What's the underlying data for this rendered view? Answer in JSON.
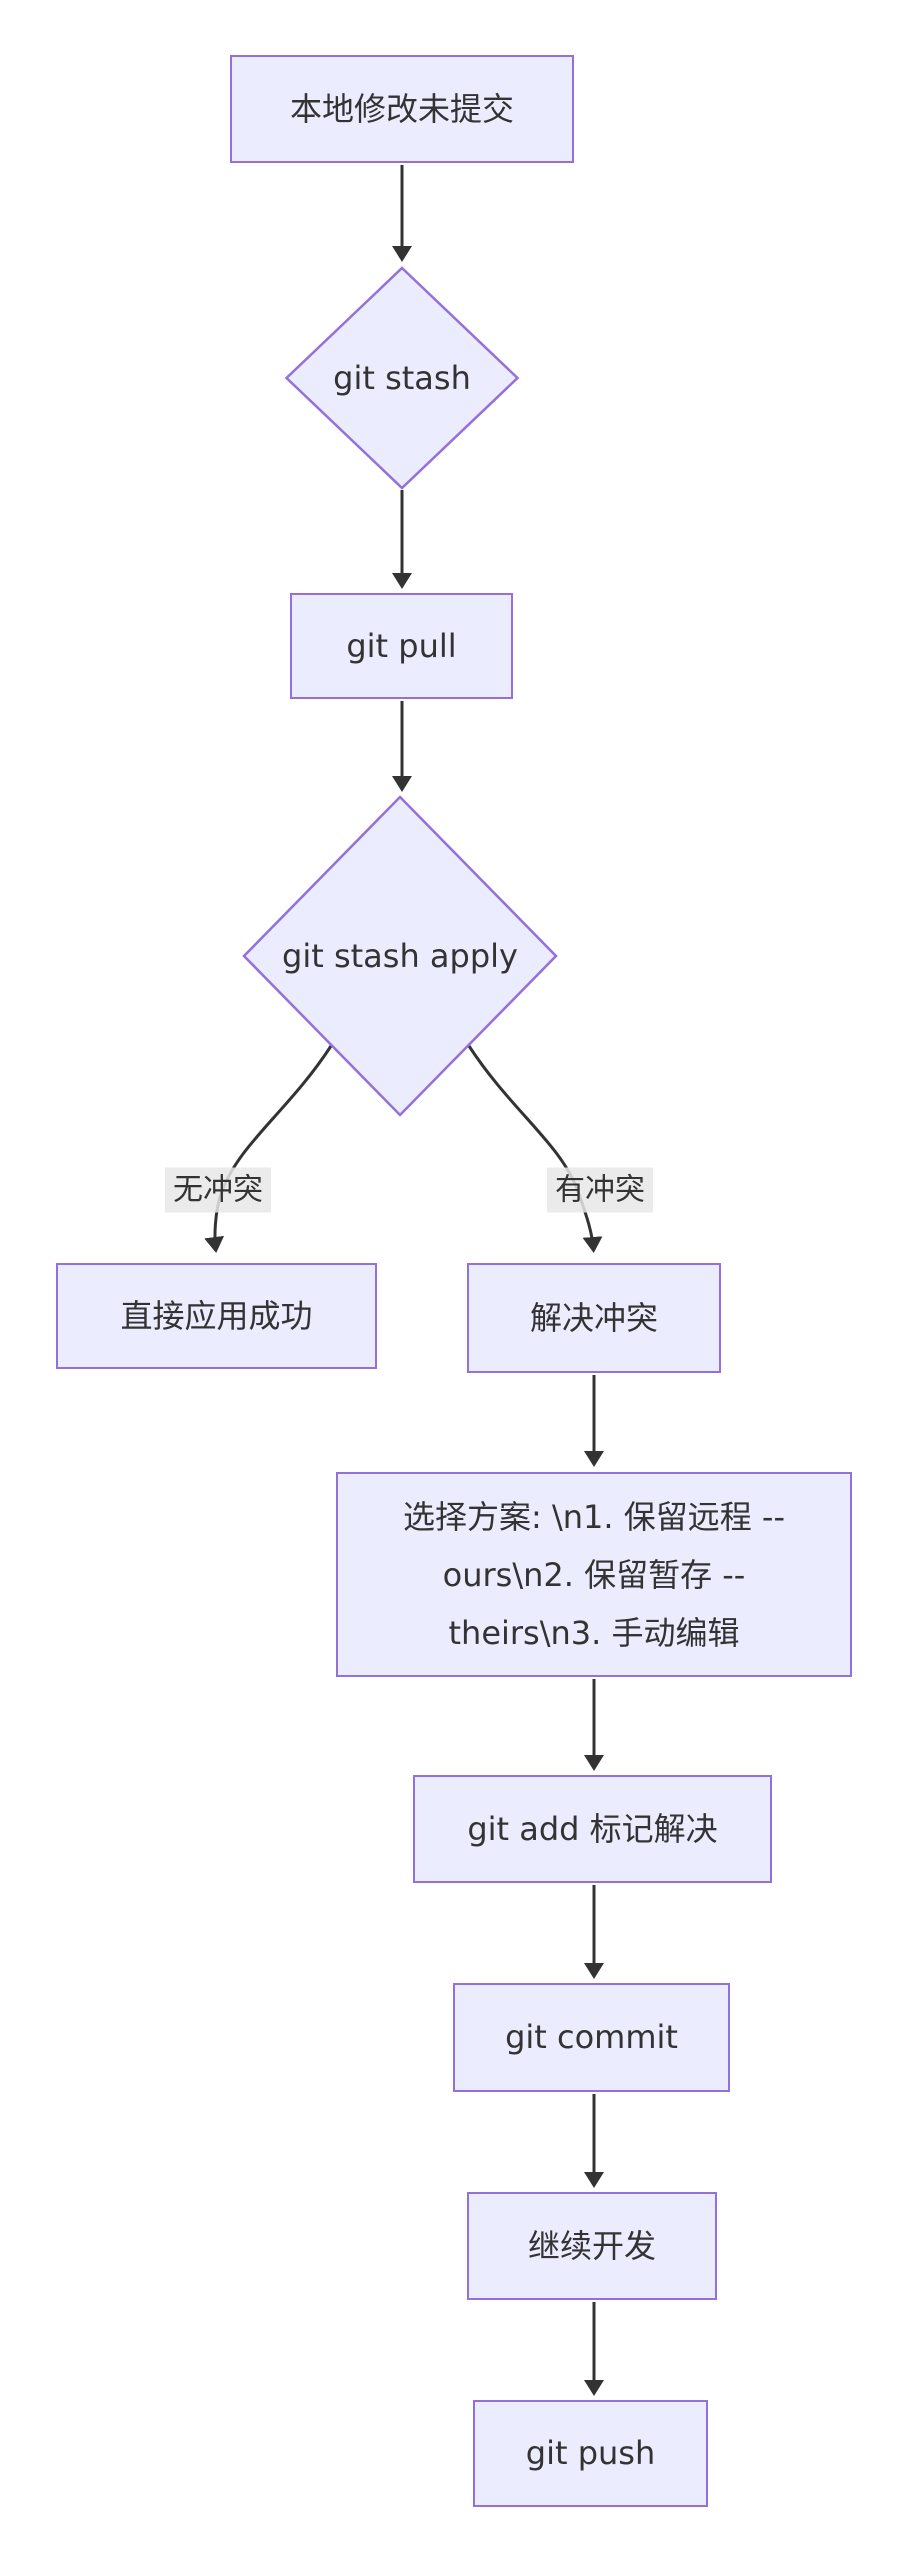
{
  "diagram": {
    "type": "flowchart",
    "direction": "top-down",
    "nodes": {
      "start": {
        "text": "本地修改未提交",
        "shape": "rect"
      },
      "stash": {
        "text": "git stash",
        "shape": "diamond"
      },
      "pull": {
        "text": "git pull",
        "shape": "rect"
      },
      "apply": {
        "text": "git stash apply",
        "shape": "diamond"
      },
      "success": {
        "text": "直接应用成功",
        "shape": "rect"
      },
      "resolve": {
        "text": "解决冲突",
        "shape": "rect"
      },
      "choose": {
        "shape": "rect",
        "lines": [
          "选择方案: \\n1. 保留远程 --",
          "ours\\n2. 保留暂存 --",
          "theirs\\n3. 手动编辑"
        ]
      },
      "add": {
        "text": "git add 标记解决",
        "shape": "rect"
      },
      "commit": {
        "text": "git commit",
        "shape": "rect"
      },
      "continue": {
        "text": "继续开发",
        "shape": "rect"
      },
      "push": {
        "text": "git push",
        "shape": "rect"
      }
    },
    "edges": [
      {
        "from": "start",
        "to": "stash"
      },
      {
        "from": "stash",
        "to": "pull"
      },
      {
        "from": "pull",
        "to": "apply"
      },
      {
        "from": "apply",
        "to": "success",
        "label": "无冲突"
      },
      {
        "from": "apply",
        "to": "resolve",
        "label": "有冲突"
      },
      {
        "from": "resolve",
        "to": "choose"
      },
      {
        "from": "choose",
        "to": "add"
      },
      {
        "from": "add",
        "to": "commit"
      },
      {
        "from": "commit",
        "to": "continue"
      },
      {
        "from": "continue",
        "to": "push"
      }
    ],
    "edge_labels": {
      "no_conflict": "无冲突",
      "has_conflict": "有冲突"
    },
    "colors": {
      "node_fill": "#ECECFF",
      "node_border": "#9370DB",
      "text": "#333333",
      "edge": "#333333",
      "edge_label_bg": "#E8E8E8"
    }
  }
}
